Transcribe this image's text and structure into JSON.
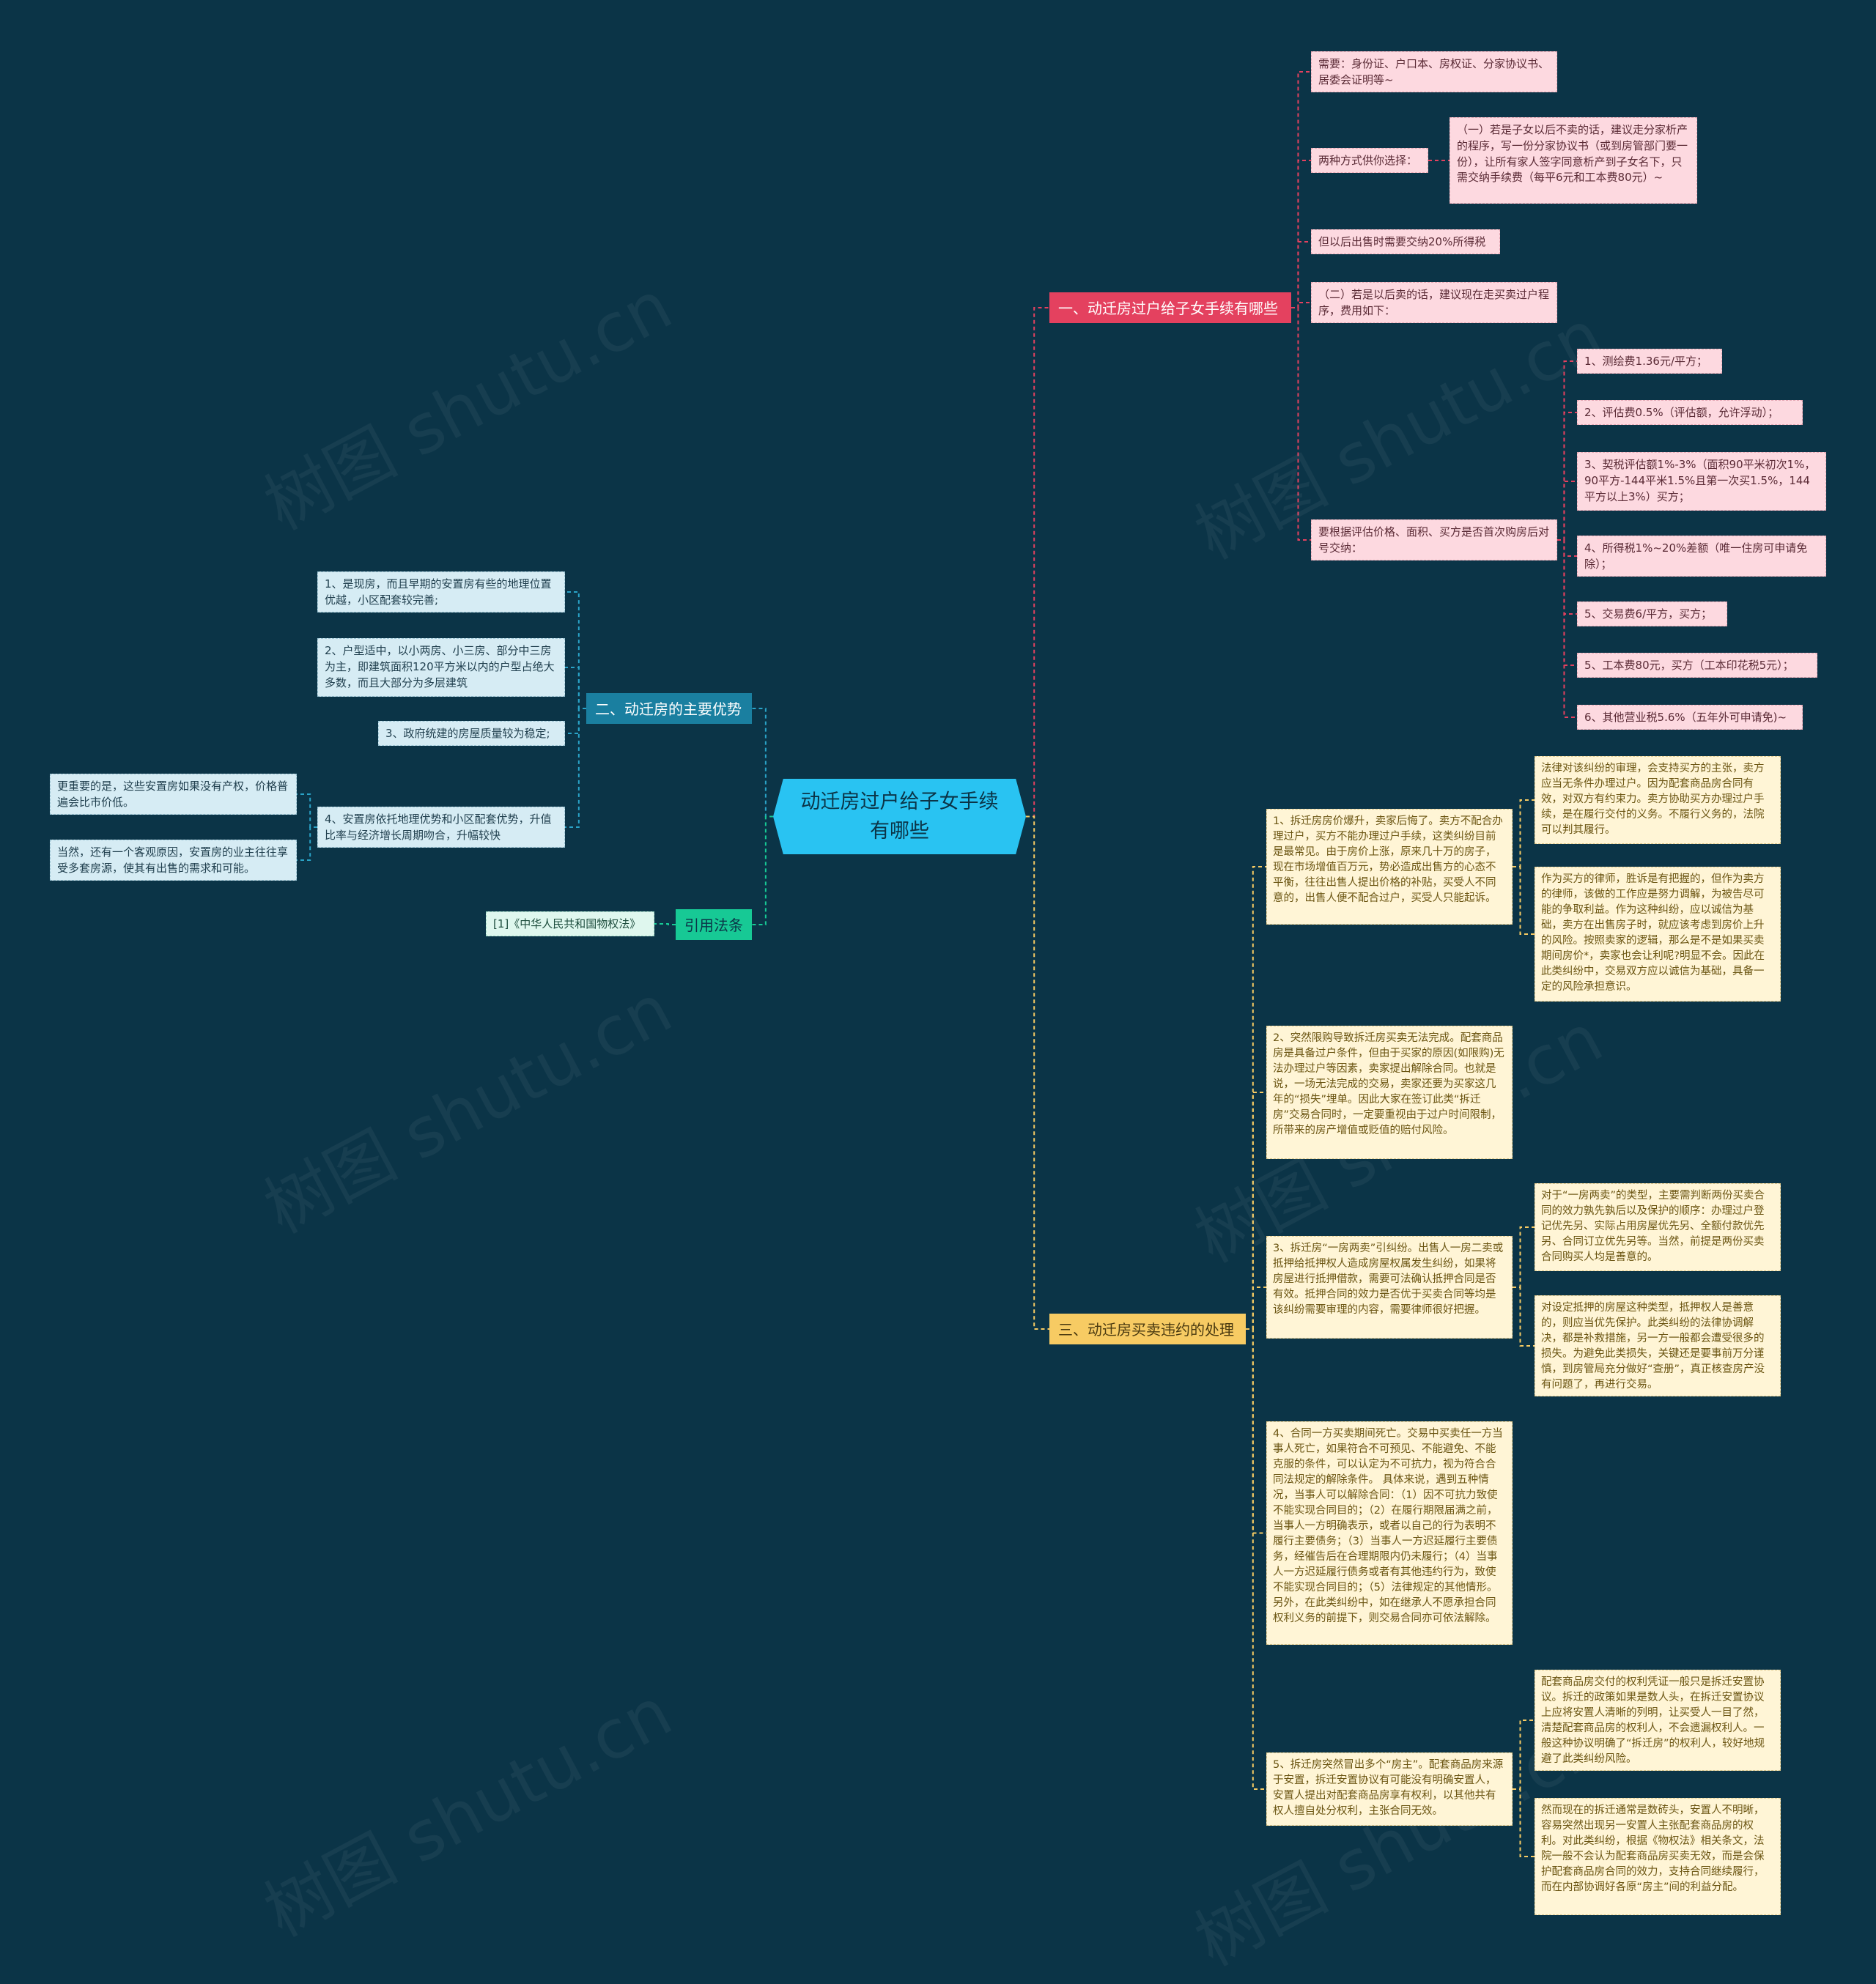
{
  "watermark": "树图 shutu.cn",
  "colors": {
    "background": "#0b3447",
    "center": "#29c3f2",
    "branch1": "#e4415f",
    "branch2": "#1a7fa0",
    "branch3": "#f7cb63",
    "branch4": "#17c995"
  },
  "center": "动迁房过户给子女手续有哪些",
  "branch1": {
    "title": "一、动迁房过户给子女手续有哪些",
    "need": "需要：身份证、户口本、房权证、分家协议书、居委会证明等~",
    "two_ways": "两种方式供你选择：",
    "way1": "（一）若是子女以后不卖的话，建议走分家析产的程序，写一份分家协议书（或到房管部门要一份），让所有家人签字同意析产到子女名下，只需交纳手续费（每平6元和工本费80元）~",
    "tax20": "但以后出售时需要交纳20%所得税",
    "way2": "（二）若是以后卖的话，建议现在走买卖过户程序，费用如下：",
    "fees_intro": "要根据评估价格、面积、买方是否首次购房后对号交纳：",
    "fees": [
      "1、测绘费1.36元/平方；",
      "2、评估费0.5%（评估额，允许浮动）；",
      "3、契税评估额1%-3%（面积90平米初次1%，90平方-144平米1.5%且第一次买1.5%，144平方以上3%）买方；",
      "4、所得税1%~20%差额（唯一住房可申请免除）；",
      "5、交易费6/平方，买方；",
      "5、工本费80元，买方（工本印花税5元）；",
      "6、其他营业税5.6%（五年外可申请免)~"
    ]
  },
  "branch2": {
    "title": "二、动迁房的主要优势",
    "items": [
      "1、是现房，而且早期的安置房有些的地理位置优越，小区配套较完善;",
      "2、户型适中，以小两房、小三房、部分中三房为主，即建筑面积120平方米以内的户型占绝大多数，而且大部分为多层建筑",
      "3、政府统建的房屋质量较为稳定;",
      "4、安置房依托地理优势和小区配套优势，升值比率与经济增长周期吻合，升幅较快"
    ],
    "sub4": [
      "更重要的是，这些安置房如果没有产权，价格普遍会比市价低。",
      "当然，还有一个客观原因，安置房的业主往往享受多套房源，使其有出售的需求和可能。"
    ]
  },
  "branch3": {
    "title": "三、动迁房买卖违约的处理",
    "items": [
      {
        "text": "1、拆迁房房价爆升，卖家后悔了。卖方不配合办理过户，买方不能办理过户手续，这类纠纷目前是最常见。由于房价上涨，原来几十万的房子，现在市场增值百万元，势必造成出售方的心态不平衡，往往出售人提出价格的补贴，买受人不同意的，出售人便不配合过户，买受人只能起诉。",
        "subs": [
          "法律对该纠纷的审理，会支持买方的主张，卖方应当无条件办理过户。因为配套商品房合同有效，对双方有约束力。卖方协助买方办理过户手续，是在履行交付的义务。不履行义务的，法院可以判其履行。",
          "作为买方的律师，胜诉是有把握的，但作为卖方的律师，该做的工作应是努力调解，为被告尽可能的争取利益。作为这种纠纷，应以诚信为基础，卖方在出售房子时，就应该考虑到房价上升的风险。按照卖家的逻辑，那么是不是如果买卖期间房价*，卖家也会让利呢?明显不会。因此在此类纠纷中，交易双方应以诚信为基础，具备一定的风险承担意识。"
        ]
      },
      {
        "text": "2、突然限购导致拆迁房买卖无法完成。配套商品房是具备过户条件，但由于买家的原因(如限购)无法办理过户等因素，卖家提出解除合同。也就是说，一场无法完成的交易，卖家还要为买家这几年的“损失”埋单。因此大家在签订此类“拆迁房”交易合同时，一定要重视由于过户时间限制，所带来的房产增值或贬值的赔付风险。",
        "subs": []
      },
      {
        "text": "3、拆迁房“一房两卖”引纠纷。出售人一房二卖或抵押给抵押权人造成房屋权属发生纠纷，如果将房屋进行抵押借款，需要可法确认抵押合同是否有效。抵押合同的效力是否优于买卖合同等均是该纠纷需要审理的内容，需要律师很好把握。",
        "subs": [
          "对于“一房两卖”的类型，主要需判断两份买卖合同的效力孰先孰后以及保护的顺序：办理过户登记优先另、实际占用房屋优先另、全额付款优先另、合同订立优先另等。当然，前提是两份买卖合同购买人均是善意的。",
          "对设定抵押的房屋这种类型，抵押权人是善意的，则应当优先保护。此类纠纷的法律协调解决，都是补救措施，另一方一般都会遭受很多的损失。为避免此类损失，关键还是要事前万分谨慎，到房管局充分做好“查册”，真正核查房产没有问题了，再进行交易。"
        ]
      },
      {
        "text": "4、合同一方买卖期间死亡。交易中买卖任一方当事人死亡，如果符合不可预见、不能避免、不能克服的条件，可以认定为不可抗力，视为符合合同法规定的解除条件。 具体来说，遇到五种情况，当事人可以解除合同：（1）因不可抗力致使不能实现合同目的；（2）在履行期限届满之前，当事人一方明确表示，或者以自己的行为表明不履行主要债务；（3）当事人一方迟延履行主要债务，经催告后在合理期限内仍未履行；（4）当事人一方迟延履行债务或者有其他违约行为，致使不能实现合同目的；（5）法律规定的其他情形。另外，在此类纠纷中，如在继承人不愿承担合同权利义务的前提下，则交易合同亦可依法解除。",
        "subs": []
      },
      {
        "text": "5、拆迁房突然冒出多个“房主”。配套商品房来源于安置，拆迁安置协议有可能没有明确安置人，安置人提出对配套商品房享有权利，以其他共有权人擅自处分权利，主张合同无效。",
        "subs": [
          "配套商品房交付的权利凭证一般只是拆迁安置协议。拆迁的政策如果是数人头，在拆迁安置协议上应将安置人清晰的列明，让买受人一目了然，清楚配套商品房的权利人，不会遗漏权利人。一般这种协议明确了“拆迁房”的权利人，较好地规避了此类纠纷风险。",
          "然而现在的拆迁通常是数砖头，安置人不明晰，容易突然出现另一安置人主张配套商品房的权利。对此类纠纷，根据《物权法》相关条文，法院一般不会认为配套商品房买卖无效，而是会保护配套商品房合同的效力，支持合同继续履行，而在内部协调好各原“房主”间的利益分配。"
        ]
      }
    ]
  },
  "branch4": {
    "title": "引用法条",
    "item": "[1]《中华人民共和国物权法》"
  }
}
